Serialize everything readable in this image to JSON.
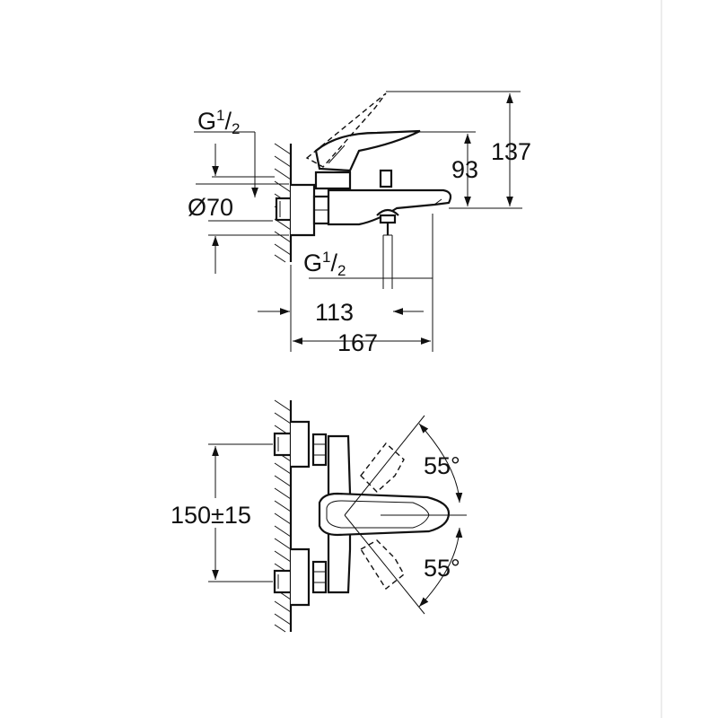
{
  "colors": {
    "line": "#111111",
    "background": "#ffffff",
    "frame": "#e6e6e6"
  },
  "side_view": {
    "inlet_thread": {
      "main": "G",
      "sup": "1",
      "sub": "2"
    },
    "outlet_thread": {
      "main": "G",
      "sup": "1",
      "sub": "2"
    },
    "escutcheon_diameter": "Ø70",
    "height_spout": "93",
    "height_total": "137",
    "depth_outlet": "113",
    "depth_total": "167"
  },
  "front_view": {
    "centers": "150±15",
    "angle_up": "55°",
    "angle_down": "55°"
  }
}
